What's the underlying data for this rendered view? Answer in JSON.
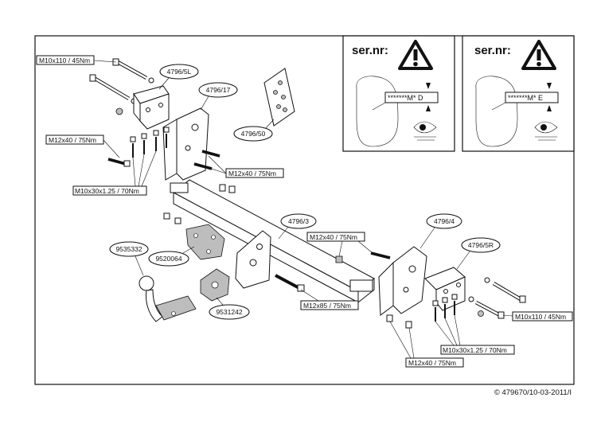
{
  "torque_labels": {
    "m10x110_left": "M10x110 / 45Nm",
    "m12x40_left": "M12x40 / 75Nm",
    "m12x40_mid": "M12x40 / 75Nm",
    "m10x30_left": "M10x30x1.25 / 70Nm",
    "m12x40_center": "M12x40 / 75Nm",
    "m12x85": "M12x85 / 75Nm",
    "m10x110_right": "M10x110 / 45Nm",
    "m10x30_right": "M10x30x1.25 / 70Nm",
    "m12x40_bottom": "M12x40 / 75Nm"
  },
  "part_numbers": {
    "p4796_5l": "4796/5L",
    "p4796_17": "4796/17",
    "p4796_50": "4796/50",
    "p4796_3": "4796/3",
    "p4796_4": "4796/4",
    "p4796_5r": "4796/5R",
    "p9535332": "9535332",
    "p9520064": "9520064",
    "p9531242": "9531242"
  },
  "serial_panels": [
    {
      "title": "ser.nr:",
      "code": "*******M* D"
    },
    {
      "title": "ser.nr:",
      "code": "*******M* E"
    }
  ],
  "footer": "© 479670/10-03-2011/I"
}
